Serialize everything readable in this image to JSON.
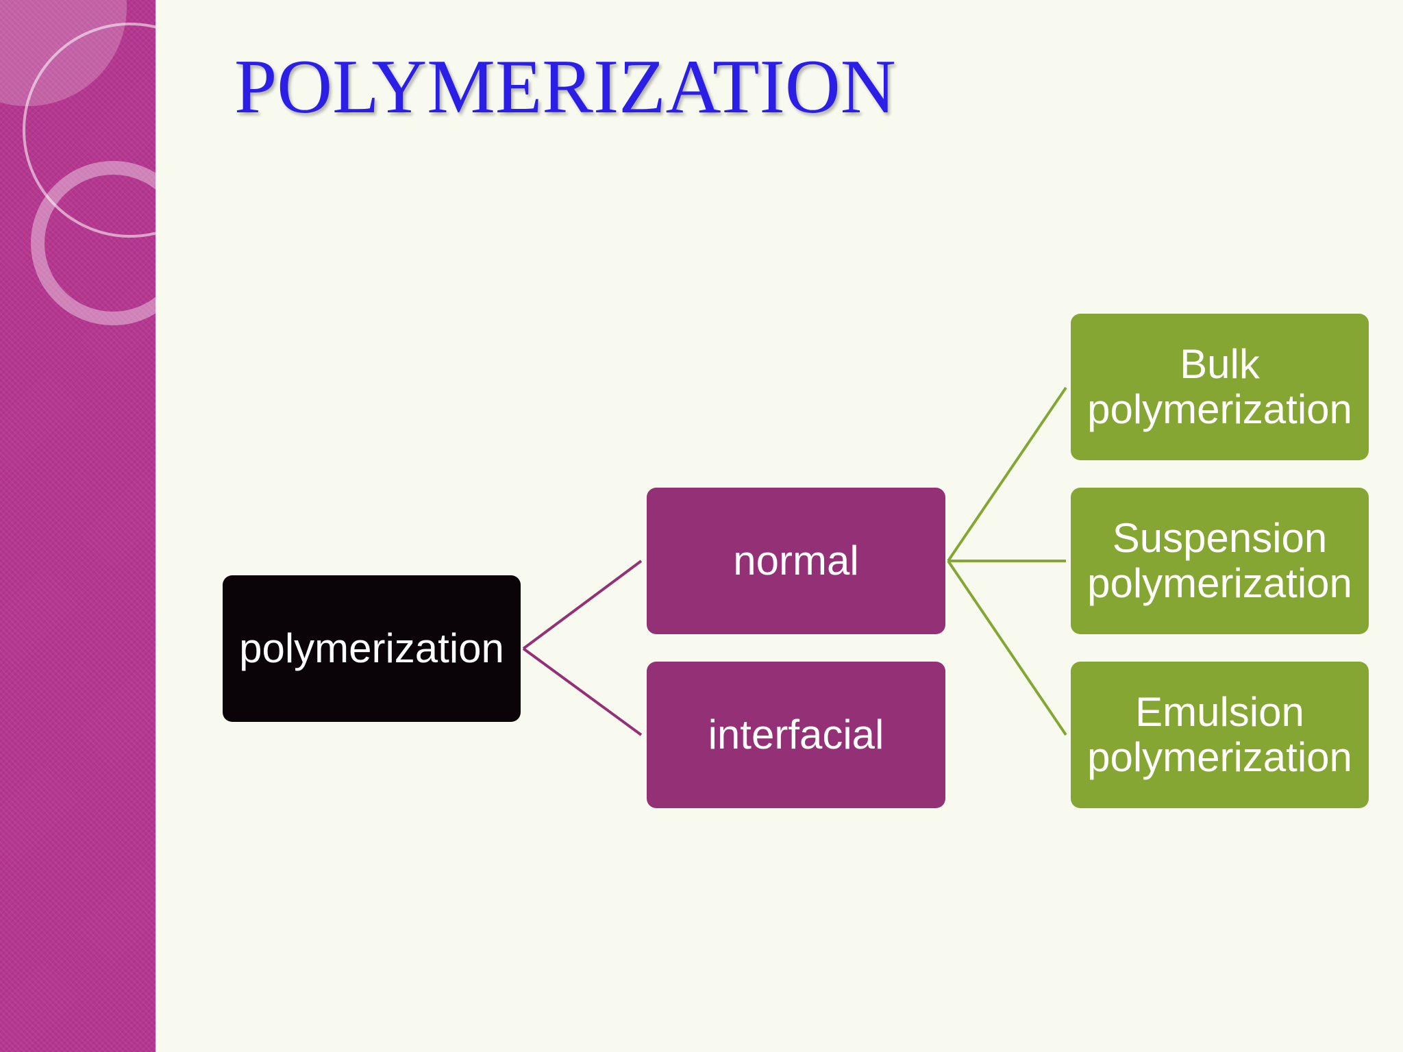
{
  "slide": {
    "title": "POLYMERIZATION"
  },
  "diagram": {
    "root": {
      "label": "polymerization"
    },
    "children": [
      {
        "label": "normal",
        "children": [
          {
            "label_line1": "Bulk",
            "label_line2": "polymerization"
          },
          {
            "label_line1": "Suspension",
            "label_line2": "polymerization"
          },
          {
            "label_line1": "Emulsion",
            "label_line2": "polymerization"
          }
        ]
      },
      {
        "label": "interfacial"
      }
    ]
  },
  "colors": {
    "side_band": "#b5378f",
    "background": "#f8faef",
    "title": "#2b1fe6",
    "root_node": "#0a0307",
    "mid_nodes": "#943075",
    "leaf_nodes": "#86a633",
    "mid_connectors": "#943075",
    "leaf_connectors": "#86a633"
  }
}
